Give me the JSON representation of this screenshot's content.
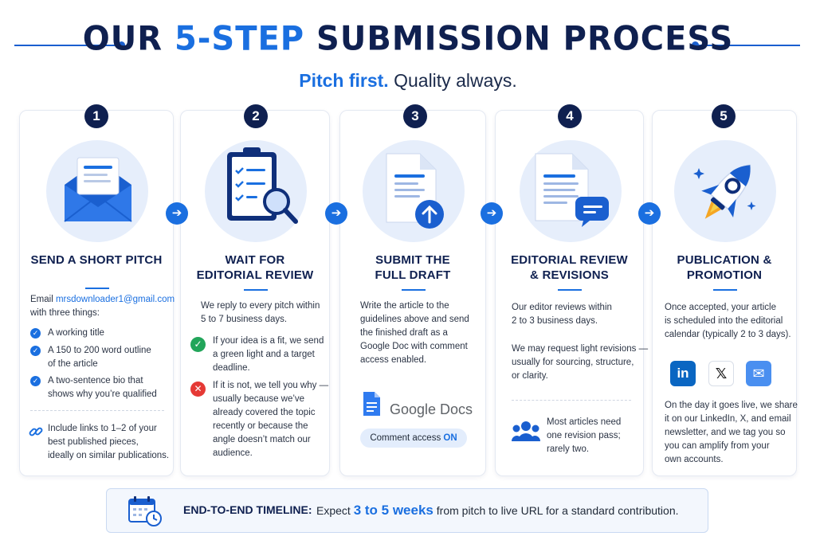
{
  "header": {
    "title_prefix": "OUR ",
    "title_accent": "5-STEP",
    "title_suffix": " SUBMISSION PROCESS",
    "subtitle_accent": "Pitch first.",
    "subtitle_rest": " Quality always."
  },
  "steps": [
    {
      "number": "1",
      "title_lines": [
        "SEND A SHORT PITCH"
      ],
      "email_prefix": "Email ",
      "email": "mrsdownloader1@gmail.com",
      "intro_rest": "with three things:",
      "items": [
        "A working title",
        "A 150 to 200 word outline",
        "of the article",
        "A two-sentence bio that",
        "shows why you’re qualified"
      ],
      "note_lines": [
        "Include links to 1–2 of your",
        "best published pieces,",
        "ideally on similar publications."
      ],
      "icon": "envelope-icon"
    },
    {
      "number": "2",
      "title_lines": [
        "WAIT FOR",
        "EDITORIAL REVIEW"
      ],
      "intro_lines": [
        "We reply to every pitch within",
        "5 to 7 business days."
      ],
      "yes_lines": [
        "If your idea is a fit, we send",
        "a green light and a target",
        "deadline."
      ],
      "no_lines": [
        "If it is not, we tell you why —",
        "usually because we’ve",
        "already covered the topic",
        "recently or because the",
        "angle doesn’t match our",
        "audience."
      ],
      "icon": "clipboard-search-icon"
    },
    {
      "number": "3",
      "title_lines": [
        "SUBMIT THE",
        "FULL DRAFT"
      ],
      "body_lines": [
        "Write the article to the",
        "guidelines above and send",
        "the finished draft as a",
        "Google Doc with comment",
        "access enabled."
      ],
      "docs_label": "Google Docs",
      "badge_prefix": "Comment access ",
      "badge_state": "ON",
      "icon": "document-upload-icon"
    },
    {
      "number": "4",
      "title_lines": [
        "EDITORIAL REVIEW",
        "& REVISIONS"
      ],
      "body_lines": [
        "Our editor reviews within",
        "2 to 3 business days."
      ],
      "body2_lines": [
        "We may request light revisions —",
        "usually for sourcing, structure,",
        "or clarity."
      ],
      "note_lines": [
        "Most articles need",
        "one revision pass;",
        "rarely two."
      ],
      "icon": "document-chat-icon"
    },
    {
      "number": "5",
      "title_lines": [
        "PUBLICATION &",
        "PROMOTION"
      ],
      "body_lines": [
        "Once accepted, your article",
        "is scheduled into the editorial",
        "calendar (typically 2 to 3 days)."
      ],
      "body2_lines": [
        "On the day it goes live, we share",
        "it on our LinkedIn, X, and email",
        "newsletter, and we tag you so",
        "you can amplify from your",
        "own accounts."
      ],
      "social": [
        "in",
        "𝕏",
        "✉"
      ],
      "icon": "rocket-icon"
    }
  ],
  "timeline": {
    "label": "END-TO-END TIMELINE:",
    "pre": "Expect ",
    "highlight": "3 to 5 weeks",
    "post": " from pitch to live URL for a standard contribution."
  },
  "colors": {
    "navy": "#0f2050",
    "accent": "#1a6fe0",
    "green": "#22a55a",
    "red": "#e53935"
  }
}
